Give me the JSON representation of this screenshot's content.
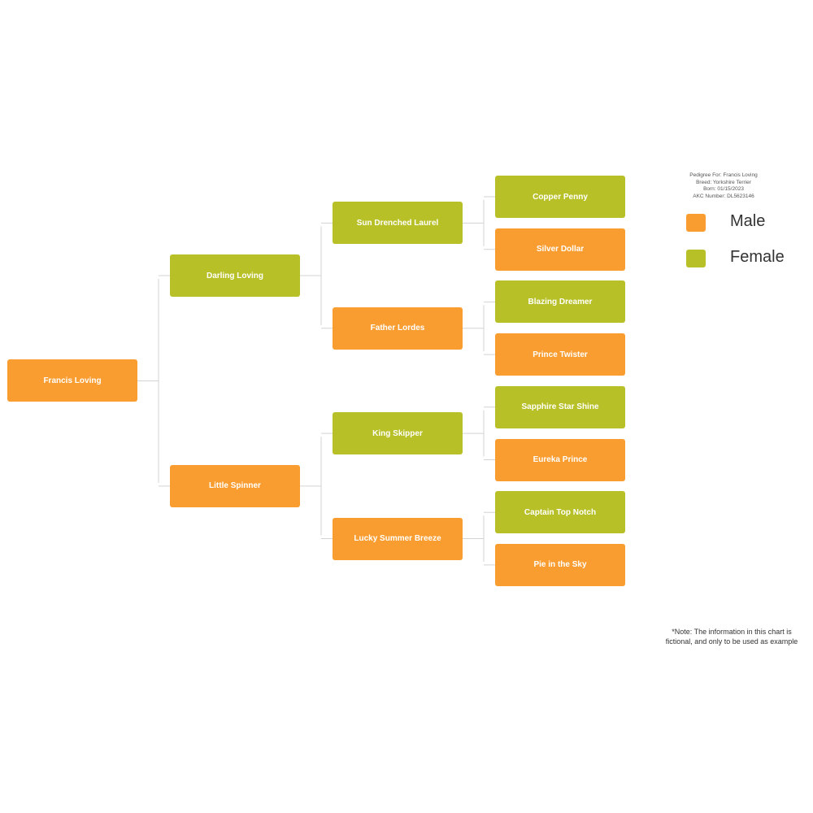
{
  "colors": {
    "male": "#FA9D30",
    "female": "#B8C027",
    "connector": "#D3D3D3"
  },
  "info": {
    "pedigree_for": "Pedigree For: Francis Loving",
    "breed": "Breed: Yorkshire Terrier",
    "born": "Born: 01/15/2023",
    "akc_number": "AKC Number: DL5623146"
  },
  "legend": {
    "male_label": "Male",
    "female_label": "Female"
  },
  "note": {
    "line1": "*Note: The information in this chart is",
    "line2": "fictional, and only to be used as example"
  },
  "tree": {
    "name": "Francis Loving",
    "sex": "male",
    "parents": [
      {
        "name": "Darling Loving",
        "sex": "female",
        "parents": [
          {
            "name": "Sun Drenched Laurel",
            "sex": "female",
            "parents": [
              {
                "name": "Copper Penny",
                "sex": "female"
              },
              {
                "name": "Silver Dollar",
                "sex": "male"
              }
            ]
          },
          {
            "name": "Father Lordes",
            "sex": "male",
            "parents": [
              {
                "name": "Blazing Dreamer",
                "sex": "female"
              },
              {
                "name": "Prince Twister",
                "sex": "male"
              }
            ]
          }
        ]
      },
      {
        "name": "Little Spinner",
        "sex": "male",
        "parents": [
          {
            "name": "King Skipper",
            "sex": "female",
            "parents": [
              {
                "name": "Sapphire Star Shine",
                "sex": "female"
              },
              {
                "name": "Eureka Prince",
                "sex": "male"
              }
            ]
          },
          {
            "name": "Lucky Summer Breeze",
            "sex": "male",
            "parents": [
              {
                "name": "Captain Top Notch",
                "sex": "female"
              },
              {
                "name": "Pie in the Sky",
                "sex": "male"
              }
            ]
          }
        ]
      }
    ]
  }
}
